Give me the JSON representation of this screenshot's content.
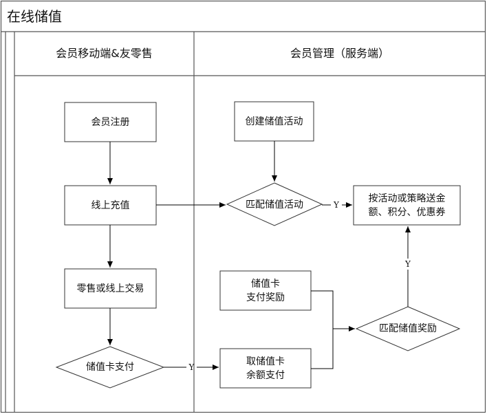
{
  "title": "在线储值",
  "lanes": {
    "left": "会员移动端&友零售",
    "right": "会员管理（服务端）"
  },
  "nodes": {
    "register": "会员注册",
    "online_recharge": "线上充值",
    "retail_trade": "零售或线上交易",
    "card_pay_decision": "储值卡支付",
    "create_activity": "创建储值活动",
    "match_activity": "匹配储值活动",
    "reward_outcome": "按活动或策略送金\n额、积分、优惠券",
    "card_pay_reward": "储值卡\n支付奖励",
    "deduct_balance": "取储值卡\n余额支付",
    "match_reward": "匹配储值奖励"
  },
  "edge_labels": {
    "y_match_to_reward": "Y",
    "y_card_to_deduct": "Y",
    "y_reward_to_outcome": "Y"
  }
}
